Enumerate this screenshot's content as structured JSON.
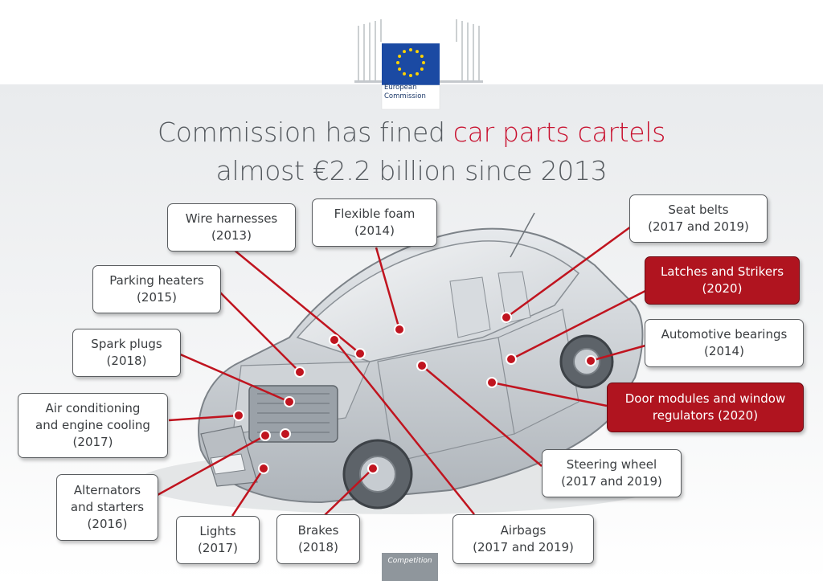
{
  "header": {
    "logo_line1": "European",
    "logo_line2": "Commission"
  },
  "title": {
    "line1_prefix": "Commission has fined ",
    "line1_accent": "car parts cartels",
    "line2": "almost €2.2 billion since 2013"
  },
  "colors": {
    "accent": "#c8102e",
    "callout_red": "#b0141f",
    "line_red": "#c0141f",
    "eu_blue": "#1b4aa3",
    "eu_star": "#ffd200"
  },
  "callouts": [
    {
      "id": "wire-harnesses",
      "label": "Wire harnesses",
      "year": "(2013)",
      "highlight": false
    },
    {
      "id": "flexible-foam",
      "label": "Flexible foam",
      "year": "(2014)",
      "highlight": false
    },
    {
      "id": "seat-belts",
      "label": "Seat belts",
      "year": "(2017 and 2019)",
      "highlight": false
    },
    {
      "id": "parking-heaters",
      "label": "Parking heaters",
      "year": "(2015)",
      "highlight": false
    },
    {
      "id": "latches-strikers",
      "label": "Latches and Strikers",
      "year": "(2020)",
      "highlight": true
    },
    {
      "id": "spark-plugs",
      "label": "Spark plugs",
      "year": "(2018)",
      "highlight": false
    },
    {
      "id": "automotive-bearings",
      "label": "Automotive bearings",
      "year": "(2014)",
      "highlight": false
    },
    {
      "id": "air-conditioning",
      "label": "Air conditioning",
      "label2": "and engine cooling",
      "year": "(2017)",
      "highlight": false
    },
    {
      "id": "door-modules",
      "label": "Door modules and window",
      "year": "regulators (2020)",
      "highlight": true
    },
    {
      "id": "alternators",
      "label": "Alternators",
      "label2": "and starters",
      "year": "(2016)",
      "highlight": false
    },
    {
      "id": "steering-wheel",
      "label": "Steering wheel",
      "year": "(2017 and 2019)",
      "highlight": false
    },
    {
      "id": "lights",
      "label": "Lights",
      "year": "(2017)",
      "highlight": false
    },
    {
      "id": "brakes",
      "label": "Brakes",
      "year": "(2018)",
      "highlight": false
    },
    {
      "id": "airbags",
      "label": "Airbags",
      "year": "(2017 and 2019)",
      "highlight": false
    }
  ],
  "footer": {
    "label": "Competition"
  }
}
